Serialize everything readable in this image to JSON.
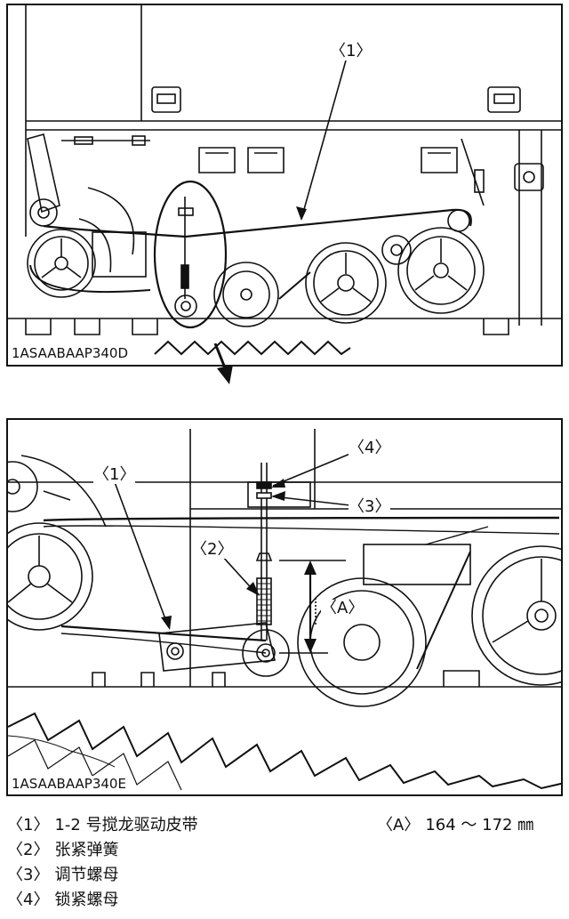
{
  "figure_top": {
    "code": "1ASAABAAP340D",
    "callouts": {
      "c1": "〈1〉"
    }
  },
  "figure_bottom": {
    "code": "1ASAABAAP340E",
    "callouts": {
      "c1": "〈1〉",
      "c2": "〈2〉",
      "c3": "〈3〉",
      "c4": "〈4〉",
      "cA": "〈A〉"
    }
  },
  "legend": [
    {
      "key": "〈1〉",
      "text": "1-2 号搅龙驱动皮带"
    },
    {
      "key": "〈2〉",
      "text": "张紧弹簧"
    },
    {
      "key": "〈3〉",
      "text": "调节螺母"
    },
    {
      "key": "〈4〉",
      "text": "锁紧螺母"
    }
  ],
  "dimension": {
    "key": "〈A〉",
    "value": "164 ～ 172 ㎜"
  },
  "icons": {
    "arrow": "down-arrow-icon"
  }
}
